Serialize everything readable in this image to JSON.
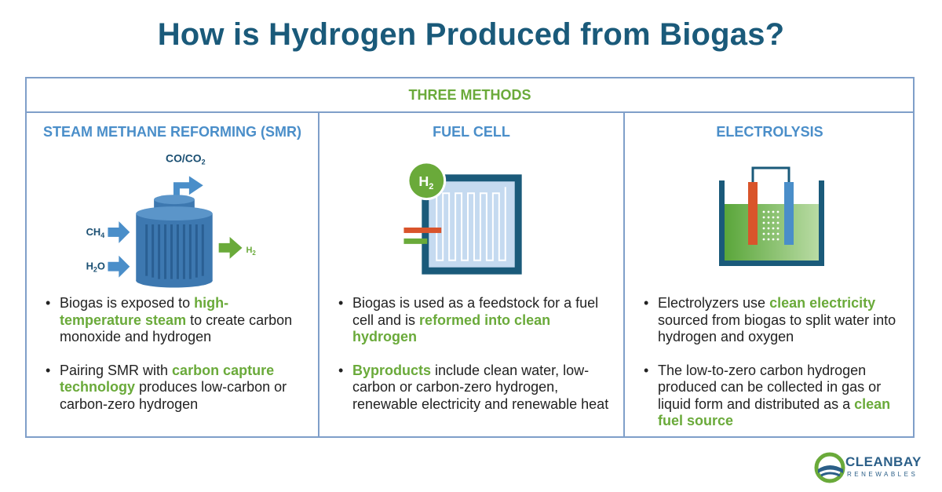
{
  "title": "How is Hydrogen Produced from Biogas?",
  "header": "THREE METHODS",
  "columns": [
    {
      "title": "STEAM METHANE REFORMING (SMR)",
      "labels": {
        "out_top_a": "CO/CO",
        "out_top_sub": "2",
        "in1": "CH",
        "in1_sub": "4",
        "in2_a": "H",
        "in2_sub": "2",
        "in2_b": "O",
        "out_right": "H",
        "out_right_sub": "2"
      },
      "bullets": [
        [
          {
            "t": "Biogas is exposed to ",
            "h": false
          },
          {
            "t": "high-temperature steam",
            "h": true
          },
          {
            "t": " to create carbon monoxide and hydrogen",
            "h": false
          }
        ],
        [
          {
            "t": "Pairing SMR with ",
            "h": false
          },
          {
            "t": "carbon capture technology",
            "h": true
          },
          {
            "t": " produces low-carbon or carbon-zero hydrogen",
            "h": false
          }
        ]
      ]
    },
    {
      "title": "FUEL CELL",
      "labels": {
        "badge": "H",
        "badge_sub": "2"
      },
      "bullets": [
        [
          {
            "t": "Biogas is used as a feedstock for a fuel cell and is ",
            "h": false
          },
          {
            "t": "reformed into clean hydrogen",
            "h": true
          }
        ],
        [
          {
            "t": "Byproducts",
            "h": true
          },
          {
            "t": " include clean water, low-carbon or carbon-zero hydrogen, renewable electricity and renewable heat",
            "h": false
          }
        ]
      ]
    },
    {
      "title": "ELECTROLYSIS",
      "bullets": [
        [
          {
            "t": "Electrolyzers use ",
            "h": false
          },
          {
            "t": "clean electricity",
            "h": true
          },
          {
            "t": " sourced from biogas to split water into hydrogen and oxygen",
            "h": false
          }
        ],
        [
          {
            "t": "The low-to-zero carbon hydrogen produced can be collected in gas or liquid form and distributed as a ",
            "h": false
          },
          {
            "t": "clean fuel source",
            "h": true
          }
        ]
      ]
    }
  ],
  "logo": {
    "name": "CLEANBAY",
    "sub": "RENEWABLES"
  },
  "colors": {
    "title": "#1a5a7a",
    "accent_green": "#6aaa3a",
    "accent_blue": "#4a8ec9",
    "border": "#7f9fc9",
    "orange": "#d9542b"
  }
}
